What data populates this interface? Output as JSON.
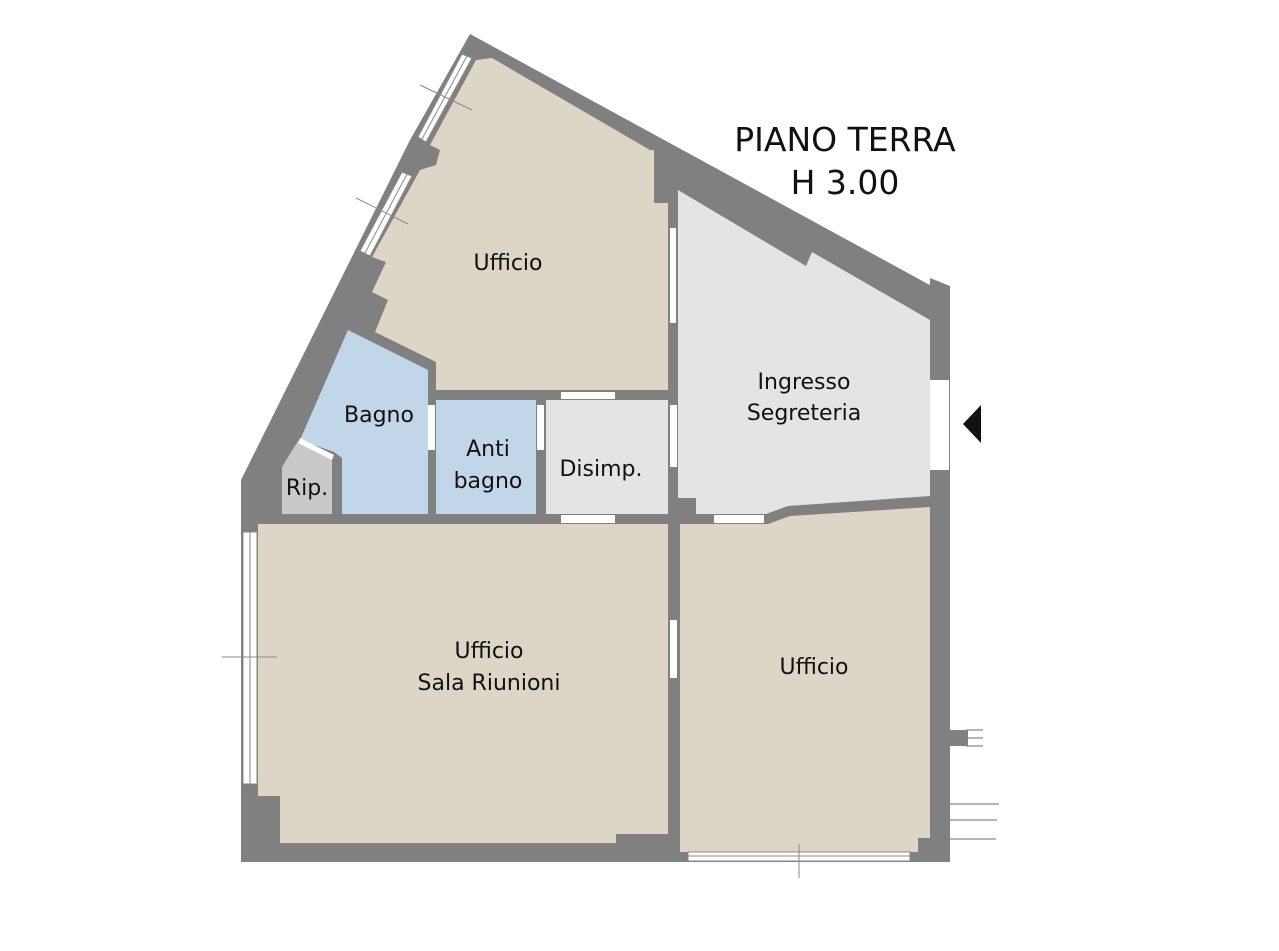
{
  "plan": {
    "title_line1": "PIANO TERRA",
    "title_line2": "H 3.00",
    "colors": {
      "wall": "#808080",
      "office": "#ddd5c5",
      "bath": "#c2d6ea",
      "service": "#e4e4e4",
      "storage": "#c9c9c9",
      "opening": "#ffffff",
      "text": "#111111"
    },
    "entrance_marker": "triangle-left"
  },
  "rooms": [
    {
      "id": "ufficio-top",
      "lines": [
        "Ufficio"
      ]
    },
    {
      "id": "ingresso",
      "lines": [
        "Ingresso",
        "Segreteria"
      ]
    },
    {
      "id": "bagno",
      "lines": [
        "Bagno"
      ]
    },
    {
      "id": "antibagno",
      "lines": [
        "Anti",
        "bagno"
      ]
    },
    {
      "id": "disimpegno",
      "lines": [
        "Disimp."
      ]
    },
    {
      "id": "ripostiglio",
      "lines": [
        "Rip."
      ]
    },
    {
      "id": "sala-riunioni",
      "lines": [
        "Ufficio",
        "Sala Riunioni"
      ]
    },
    {
      "id": "ufficio-right",
      "lines": [
        "Ufficio"
      ]
    }
  ]
}
